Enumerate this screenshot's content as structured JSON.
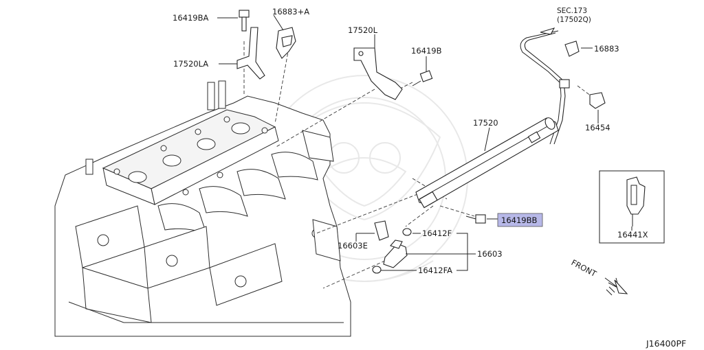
{
  "diagram": {
    "code": "J16400PF",
    "front_label": "FRONT",
    "highlight_color": "#b7b8e8",
    "callouts": [
      {
        "id": "16419BA",
        "text": "16419BA"
      },
      {
        "id": "16883A",
        "text": "16883+A"
      },
      {
        "id": "17520LA",
        "text": "17520LA"
      },
      {
        "id": "17520L",
        "text": "17520L"
      },
      {
        "id": "16419B",
        "text": "16419B"
      },
      {
        "id": "sec173",
        "text": "SEC.173"
      },
      {
        "id": "sec173ref",
        "text": "(17502Q)"
      },
      {
        "id": "16883",
        "text": "16883"
      },
      {
        "id": "16454",
        "text": "16454"
      },
      {
        "id": "17520",
        "text": "17520"
      },
      {
        "id": "16419BB",
        "text": "16419BB",
        "highlighted": true
      },
      {
        "id": "16412F",
        "text": "16412F"
      },
      {
        "id": "16603E",
        "text": "16603E"
      },
      {
        "id": "16603",
        "text": "16603"
      },
      {
        "id": "16412FA",
        "text": "16412FA"
      },
      {
        "id": "16441X",
        "text": "16441X"
      }
    ]
  }
}
